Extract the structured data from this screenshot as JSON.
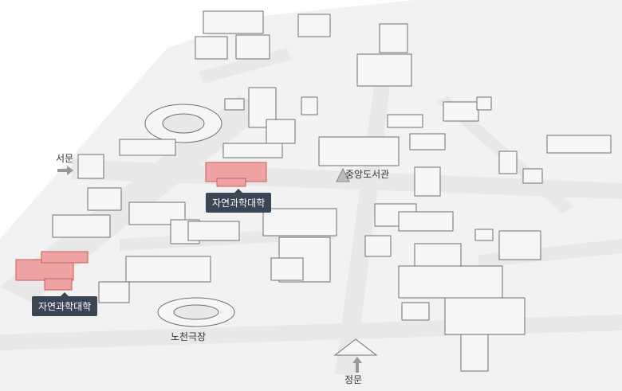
{
  "labels": {
    "west_gate": "서문",
    "library": "중앙도서관",
    "theater": "노천극장",
    "main_gate": "정문"
  },
  "callouts": {
    "science_top": "자연과학대학",
    "science_left": "자연과학대학"
  },
  "colors": {
    "road": "#e6e6e6",
    "building_fill": "#f4f4f4",
    "building_stroke": "#6f6f6f",
    "highlight_fill": "#f0a3a3",
    "highlight_stroke": "#c65c5c",
    "callout_bg": "#3b4655"
  },
  "icons": [
    "arrow-right-icon",
    "arrow-up-icon",
    "library-marker-icon"
  ]
}
